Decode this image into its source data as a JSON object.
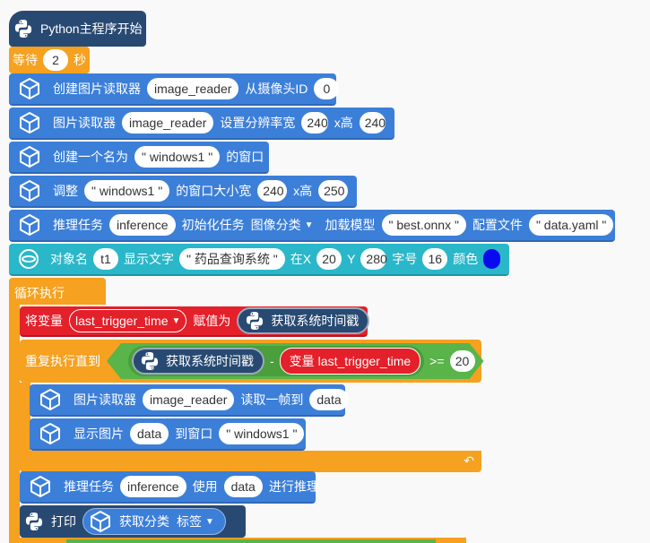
{
  "program": {
    "start_label": "Python主程序开始",
    "wait": {
      "label": "等待",
      "value": "2",
      "unit": "秒"
    },
    "create_reader": {
      "label": "创建图片读取器",
      "name": "image_reader",
      "from": "从摄像头ID",
      "id": "0"
    },
    "set_res": {
      "label": "图片读取器",
      "name": "image_reader",
      "mid": "设置分辨率宽",
      "w": "240",
      "x": "x高",
      "h": "240"
    },
    "create_window": {
      "label": "创建一个名为",
      "name": "\" windows1 \"",
      "suffix": "的窗口"
    },
    "resize_window": {
      "label": "调整",
      "name": "\" windows1 \"",
      "mid": "的窗口大小宽",
      "w": "240",
      "x": "x高",
      "h": "250"
    },
    "infer_init": {
      "label": "推理任务",
      "name": "inference",
      "mid": "初始化任务",
      "task": "图像分类",
      "load": "加载模型",
      "model": "\" best.onnx \"",
      "cfg": "配置文件",
      "cfg_file": "\" data.yaml \""
    },
    "show_text": {
      "label": "对象名",
      "obj": "t1",
      "mid": "显示文字",
      "text": "\" 药品查询系统 \"",
      "atx": "在X",
      "x": "20",
      "y_label": "Y",
      "y": "280",
      "size_label": "字号",
      "size": "16",
      "color_label": "颜色",
      "color": "#0a0af0"
    },
    "loop": {
      "label": "循环执行"
    },
    "set_var": {
      "label": "将变量",
      "var": "last_trigger_time",
      "assign": "赋值为",
      "func": "获取系统时间戳"
    },
    "repeat_until": {
      "label": "重复执行直到",
      "func": "获取系统时间戳",
      "minus": "-",
      "var_label": "变量",
      "var": "last_trigger_time",
      "op": ">=",
      "value": "20"
    },
    "read_frame": {
      "label": "图片读取器",
      "name": "image_reader",
      "mid": "读取一帧到",
      "target": "data"
    },
    "show_image": {
      "label": "显示图片",
      "img": "data",
      "mid": "到窗口",
      "win": "\" windows1 \""
    },
    "loop_arrow": "↶",
    "infer_run": {
      "label": "推理任务",
      "name": "inference",
      "mid": "使用",
      "img": "data",
      "suffix": "进行推理"
    },
    "print": {
      "label": "打印",
      "func": "获取分类",
      "opt": "标签"
    }
  },
  "colors": {
    "blue": "#3c7fd9",
    "teal": "#2ab7c9",
    "orange": "#f6a11f",
    "red": "#e4202a",
    "navy": "#284a72",
    "green": "#59b449"
  }
}
